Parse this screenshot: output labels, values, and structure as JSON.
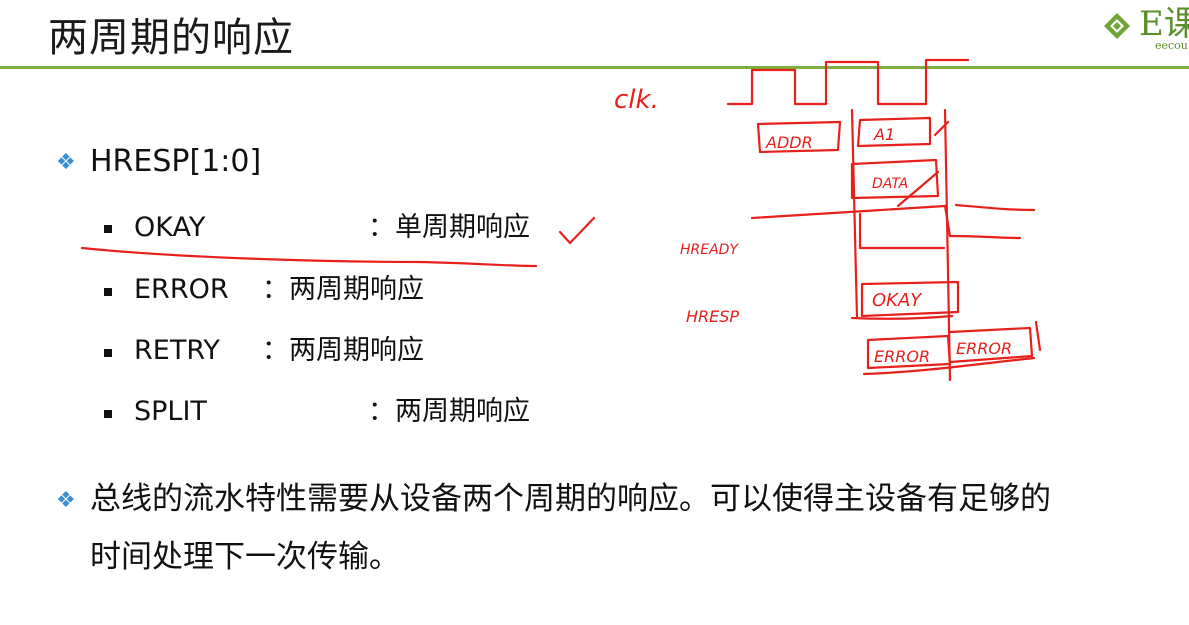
{
  "slide": {
    "title": "两周期的响应",
    "logo": {
      "text": "E课",
      "sub": "eecou"
    },
    "bullet_hresp": "HRESP[1:0]",
    "responses": [
      {
        "name": "OKAY",
        "desc": "：单周期响应"
      },
      {
        "name": "ERROR",
        "desc": "：两周期响应"
      },
      {
        "name": "RETRY",
        "desc": "：两周期响应"
      },
      {
        "name": "SPLIT",
        "desc": "：两周期响应"
      }
    ],
    "paragraph_line1": "总线的流水特性需要从设备两个周期的响应。可以使得主设备有足够的",
    "paragraph_line2": "时间处理下一次传输。"
  },
  "annotations": {
    "clk": "clk.",
    "addr": "ADDR",
    "a1": "A1",
    "data": "DATA",
    "hready": "HREADY",
    "hresp": "HRESP",
    "okay": "OKAY",
    "error1": "ERROR",
    "error2": "ERROR"
  },
  "colors": {
    "accent_green": "#7cb040",
    "bullet_blue": "#3b8fd1",
    "ink_red": "#e8201c"
  },
  "icons": {
    "bullet": "diamond-bullet-icon",
    "logo": "e-course-logo-icon"
  }
}
